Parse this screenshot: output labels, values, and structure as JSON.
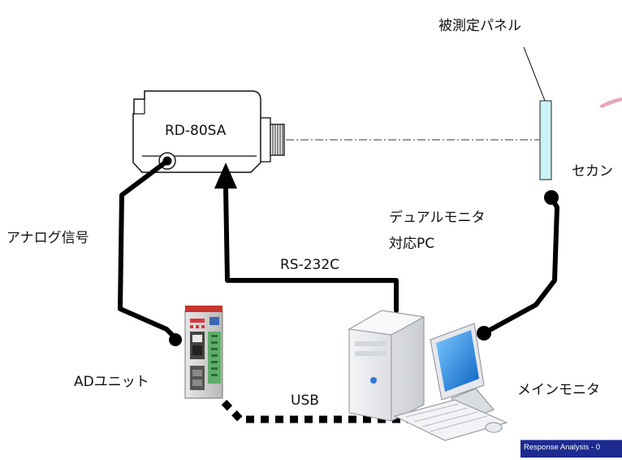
{
  "labels": {
    "panel": "被測定パネル",
    "device": "RD-80SA",
    "second_monitor": "セカン",
    "dual_monitor_pc_line1": "デュアルモニタ",
    "dual_monitor_pc_line2": "対応PC",
    "analog_signal": "アナログ信号",
    "rs232c": "RS-232C",
    "ad_unit": "ADユニット",
    "usb": "USB",
    "main_monitor": "メインモニタ"
  },
  "taskbar": {
    "window_title": "Response Analysis - 0"
  },
  "colors": {
    "cable": "#000000",
    "panel_fill": "#c9f3f7",
    "pc_screen": "#1e90e0",
    "taskbar": "#1d2a8f"
  }
}
